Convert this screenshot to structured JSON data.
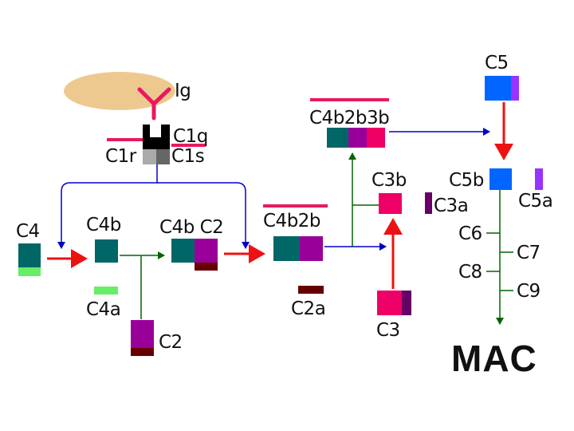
{
  "diagram": {
    "labels": {
      "ig": "Ig",
      "c1q": "C1q",
      "c1r": "C1r",
      "c1s": "C1s",
      "c4": "C4",
      "c4b": "C4b",
      "c4a": "C4a",
      "c4bc2": "C4b C2",
      "c2": "C2",
      "c4b2b": "C4b2b",
      "c2a": "C2a",
      "c4b2b3b": "C4b2b3b",
      "c3b": "C3b",
      "c3a": "C3a",
      "c3": "C3",
      "c5": "C5",
      "c5b": "C5b",
      "c5a": "C5a",
      "c6": "C6",
      "c7": "C7",
      "c8": "C8",
      "c9": "C9",
      "mac": "MAC"
    },
    "colors": {
      "c4b_teal": "#006666",
      "c4a_green": "#66ee66",
      "c2_purple": "#990099",
      "c2a_maroon": "#660000",
      "c3_pink": "#ee0066",
      "c3a_violet": "#660066",
      "c5_blue": "#0066ff",
      "c5a_violet": "#9933ff",
      "arrow_red": "#ee1111",
      "arrow_green": "#006600",
      "arrow_blue": "#0000cc",
      "membrane_tan": "#eec98f",
      "antibody_pink": "#e8195f"
    }
  }
}
